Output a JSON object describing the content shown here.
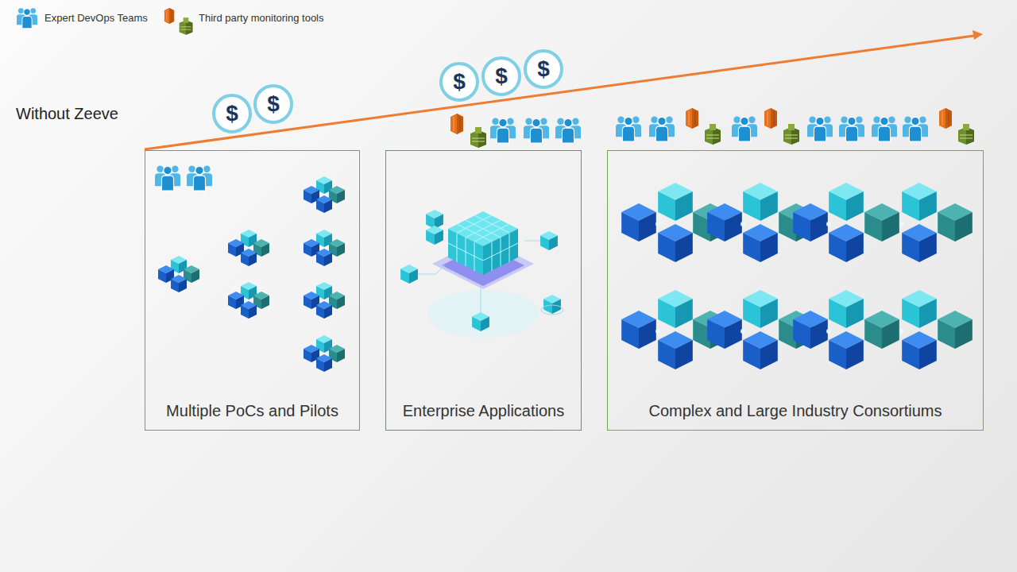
{
  "diagram": {
    "nodes": [
      {
        "text": [
          "Multiple PoCs and Pilots"
        ]
      },
      {
        "text": [
          "Enterprise Applications"
        ]
      },
      {
        "text": [
          "Complex and Large Industry Consortiums"
        ]
      }
    ],
    "labels": [
      "Without Zeeve",
      "$",
      "$",
      "$",
      "$",
      "$"
    ],
    "legend": [
      {
        "text": "Expert DevOps Teams"
      },
      {
        "text": "Third party monitoring tools"
      }
    ]
  }
}
